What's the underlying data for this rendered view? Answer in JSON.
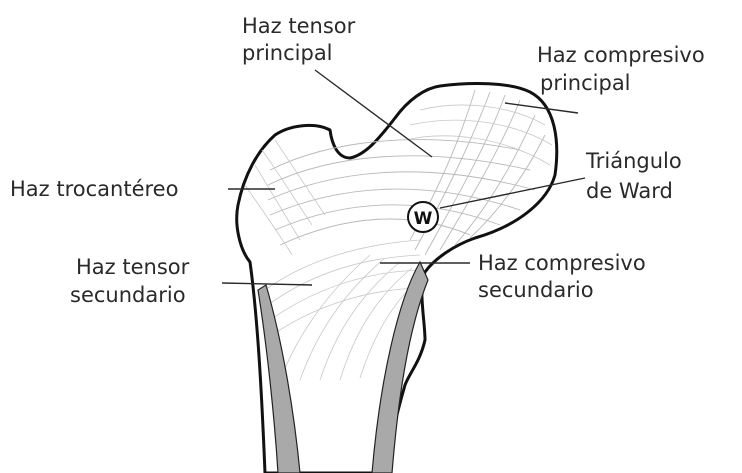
{
  "labels": {
    "tensor_principal": [
      "Haz tensor",
      "principal"
    ],
    "compresivo_principal": [
      "Haz compresivo",
      "principal"
    ],
    "triangulo_ward": [
      "Triángulo",
      "de Ward"
    ],
    "trocantereo": "Haz trocantéreo",
    "tensor_secundario": [
      "Haz tensor",
      "secundario"
    ],
    "compresivo_secundario": [
      "Haz compresivo",
      "secundario"
    ],
    "ward_marker": "W"
  },
  "colors": {
    "outline": "#111111",
    "cortex": "#a9a9a9",
    "trabecular": "#b9b9b9",
    "text": "#2a2a2a"
  }
}
